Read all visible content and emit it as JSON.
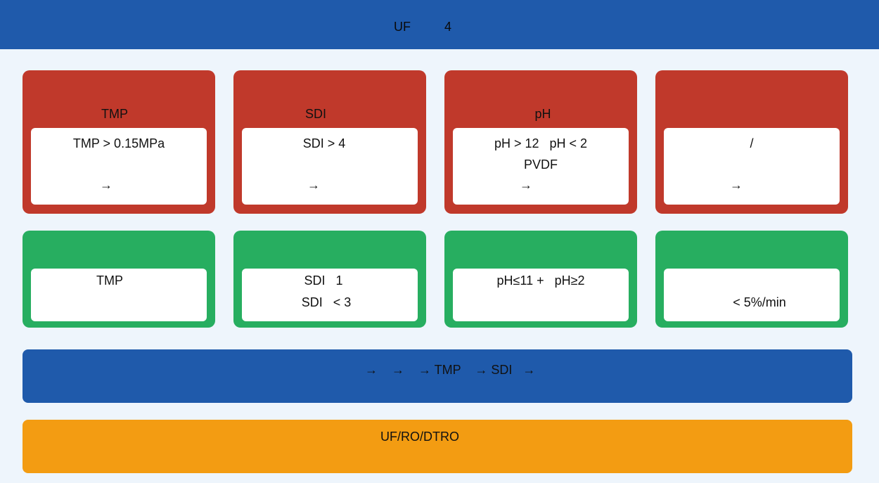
{
  "title": {
    "left": "UF",
    "right": "4"
  },
  "problems": [
    {
      "head": "TMP",
      "lines": [
        "TMP > 0.15MPa",
        "",
        "→"
      ]
    },
    {
      "head": "SDI",
      "lines": [
        "SDI > 4",
        "",
        "→"
      ]
    },
    {
      "head": "pH",
      "lines": [
        "pH > 12   pH < 2",
        "PVDF",
        "→"
      ]
    },
    {
      "head": "",
      "lines": [
        "/",
        "",
        "→"
      ]
    }
  ],
  "solutions": [
    {
      "lines": [
        "TMP",
        ""
      ]
    },
    {
      "lines": [
        "SDI   1",
        "SDI   < 3"
      ]
    },
    {
      "lines": [
        "pH≤11 +   pH≥2",
        ""
      ]
    },
    {
      "lines": [
        "",
        "< 5%/min"
      ]
    }
  ],
  "flow_banner": {
    "text": "→    →    → TMP    → SDI   →"
  },
  "footer_banner": {
    "text": "UF/RO/DTRO"
  },
  "colors": {
    "header_blue": "#1f5aab",
    "problem_red": "#c0392b",
    "solution_green": "#27ae60",
    "footer_orange": "#f39c12",
    "background": "#eef5fc"
  }
}
